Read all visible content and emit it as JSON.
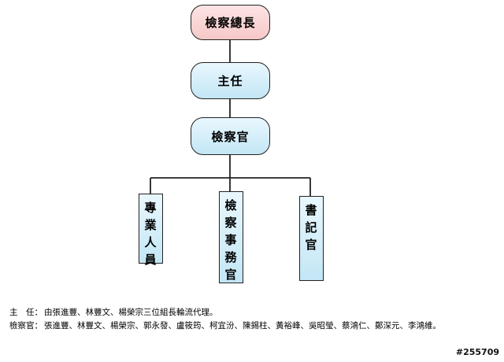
{
  "chart": {
    "top": "檢察總長",
    "level2": "主任",
    "level3": "檢察官",
    "children": [
      "專業人員",
      "檢察事務官",
      "書記官"
    ]
  },
  "notes": {
    "director_label": "主　任：",
    "director_text": "由張進豐、林豐文、楊榮宗三位組長輪流代理。",
    "prosecutor_label": "檢察官：",
    "prosecutor_text": "張進豐、林豐文、楊榮宗、郭永發、盧筱筠、柯宜汾、陳錫柱、黃裕峰、吳昭瑩、蔡鴻仁、鄭深元、李鴻維。"
  },
  "watermark": "#255709",
  "colors": {
    "top_fill": "#f6c8c8",
    "node_fill": "#c3e6f5",
    "line": "#222222"
  }
}
